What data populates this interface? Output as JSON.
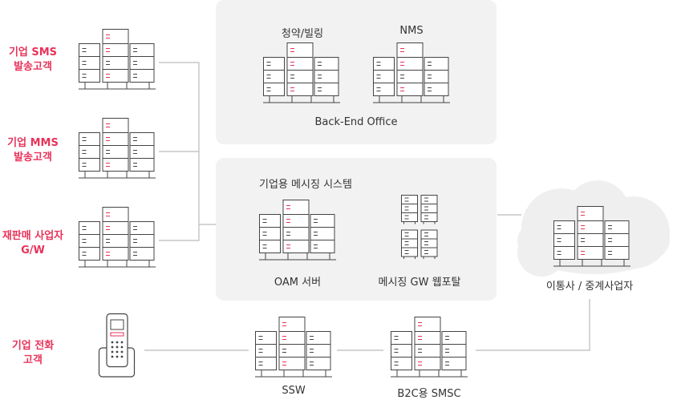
{
  "clients": {
    "sms": "기업 SMS\n발송고객",
    "mms": "기업 MMS\n발송고객",
    "reseller": "재판매 사업자\nG/W",
    "phone": "기업 전화\n고객"
  },
  "backend": {
    "subscription_billing": "청약/빌링",
    "nms": "NMS",
    "title": "Back-End Office"
  },
  "messaging": {
    "title": "기업용 메시징 시스템",
    "oam": "OAM 서버",
    "gw_portal": "메시징 GW 웹포탈"
  },
  "carrier": "이통사 / 중계사업자",
  "ssw": "SSW",
  "smsc": "B2C용 SMSC",
  "colors": {
    "accent": "#e8335a",
    "panel": "#f2f2f2",
    "line": "#bbbbbb",
    "cloud": "#efefef",
    "server_stroke": "#444444"
  }
}
